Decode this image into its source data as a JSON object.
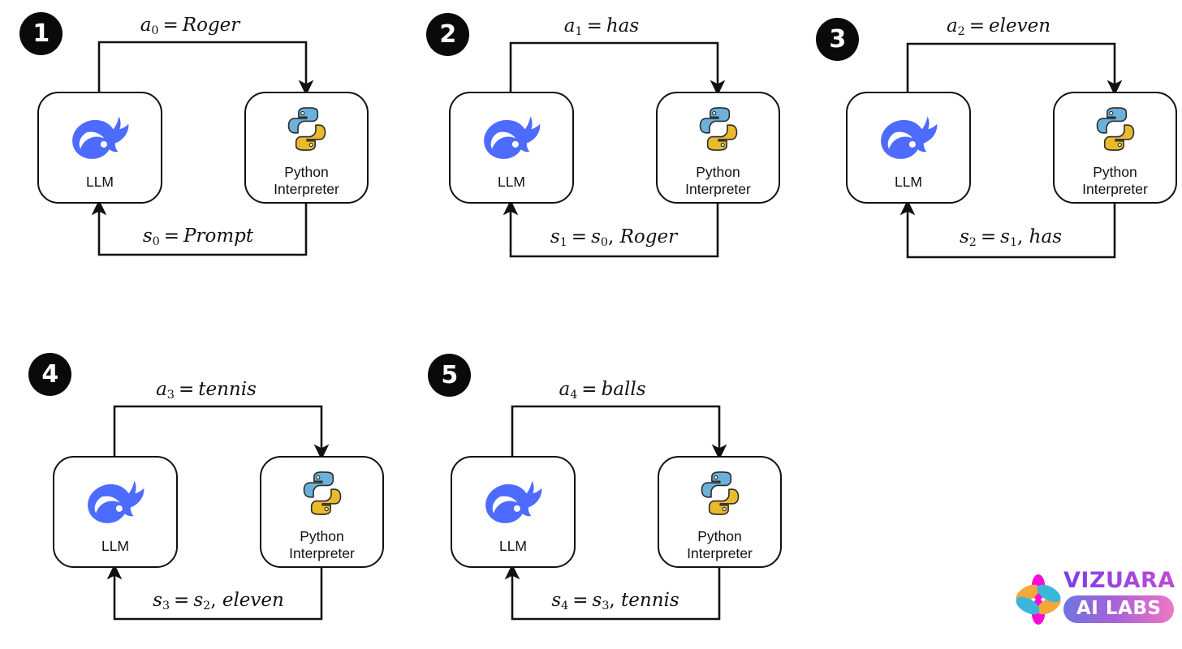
{
  "figure": {
    "title_text": "",
    "background": "#ffffff",
    "accent_colors": {
      "badge": "#0a0a0a",
      "whale_blue": "#4d6bfe",
      "python_blue": "#69b0dc",
      "python_yellow": "#e9ba2b",
      "stroke": "#111111"
    }
  },
  "nodes": {
    "llm": {
      "label": "LLM",
      "icon": "deepseek-whale-icon"
    },
    "python": {
      "label": "Python\nInterpreter",
      "icon": "python-logo-icon"
    }
  },
  "panels": [
    {
      "step": "1",
      "action": {
        "var": "a",
        "sub": "0",
        "value": "Roger"
      },
      "state": {
        "var": "s",
        "sub": "0",
        "value": "Prompt",
        "prev": ""
      }
    },
    {
      "step": "2",
      "action": {
        "var": "a",
        "sub": "1",
        "value": "has"
      },
      "state": {
        "var": "s",
        "sub": "1",
        "value": "Roger",
        "prev": "s",
        "prev_sub": "0"
      }
    },
    {
      "step": "3",
      "action": {
        "var": "a",
        "sub": "2",
        "value": "eleven"
      },
      "state": {
        "var": "s",
        "sub": "2",
        "value": "has",
        "prev": "s",
        "prev_sub": "1"
      }
    },
    {
      "step": "4",
      "action": {
        "var": "a",
        "sub": "3",
        "value": "tennis"
      },
      "state": {
        "var": "s",
        "sub": "3",
        "value": "eleven",
        "prev": "s",
        "prev_sub": "2"
      }
    },
    {
      "step": "5",
      "action": {
        "var": "a",
        "sub": "4",
        "value": "balls"
      },
      "state": {
        "var": "s",
        "sub": "4",
        "value": "tennis",
        "prev": "s",
        "prev_sub": "3"
      }
    }
  ],
  "labels": {
    "p1_action": "a₀ = Roger",
    "p1_state": "s₀ = Prompt",
    "p2_action": "a₁ = has",
    "p2_state": "s₁ = s₀, Roger",
    "p3_action": "a₂ = eleven",
    "p3_state": "s₂ = s₁, has",
    "p4_action": "a₃ = tennis",
    "p4_state": "s₃ = s₂, eleven",
    "p5_action": "a₄ = balls",
    "p5_state": "s₄ = s₃, tennis"
  },
  "branding": {
    "word": "VIZUARA",
    "pill": "AI LABS",
    "flower_icon": "vizuara-flower-icon"
  }
}
